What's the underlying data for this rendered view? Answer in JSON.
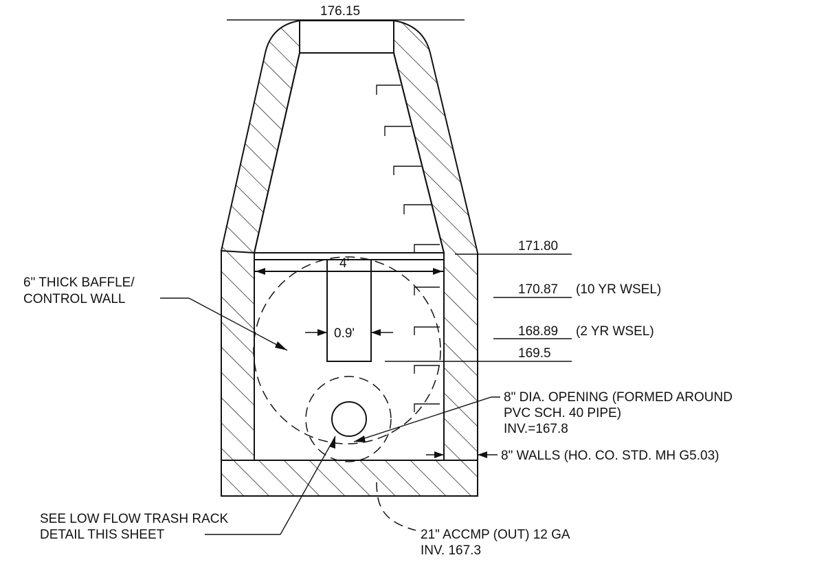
{
  "elevations": {
    "top": "176.15",
    "box_top": "171.80",
    "wsel_10": "170.87",
    "wsel_10_note": "(10 YR WSEL)",
    "wsel_2": "168.89",
    "wsel_2_note": "(2 YR WSEL)",
    "weir": "169.5"
  },
  "dimensions": {
    "interior_width": "4'",
    "slot_width": "0.9'"
  },
  "notes": {
    "baffle_line1": "6\" THICK BAFFLE/",
    "baffle_line2": "CONTROL WALL",
    "opening_line1": "8\" DIA. OPENING (FORMED AROUND",
    "opening_line2": "PVC SCH. 40 PIPE)",
    "opening_line3": "INV.=167.8",
    "walls": "8\" WALLS (HO. CO. STD. MH G5.03)",
    "trash_line1": "SEE LOW FLOW TRASH RACK",
    "trash_line2": "DETAIL THIS SHEET",
    "outlet_line1": "21\" ACCMP (OUT) 12 GA",
    "outlet_line2": "INV. 167.3"
  }
}
